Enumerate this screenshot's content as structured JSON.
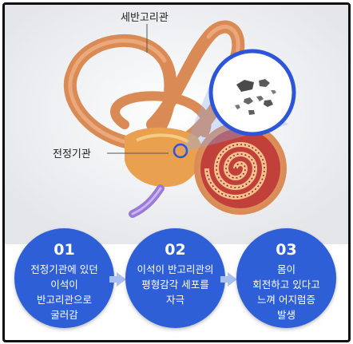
{
  "labels": {
    "semicircular_canal": "세반고리관",
    "vestibule": "전정기관"
  },
  "steps": [
    {
      "number": "01",
      "text": "전정기관에 있던\n이석이\n반고리관으로\n굴러감"
    },
    {
      "number": "02",
      "text": "이석이 반고리관의\n평형감각 세포를\n자극"
    },
    {
      "number": "03",
      "text": "몸이\n회전하고 있다고\n느껴 어지럼증\n발생"
    }
  ],
  "colors": {
    "step_circle": "#2f5fd6",
    "arrow": "#a9c0ef",
    "canal": "#d98a55",
    "cochlea": "#c2403a",
    "magnifier_ring": "#2d55d8"
  }
}
